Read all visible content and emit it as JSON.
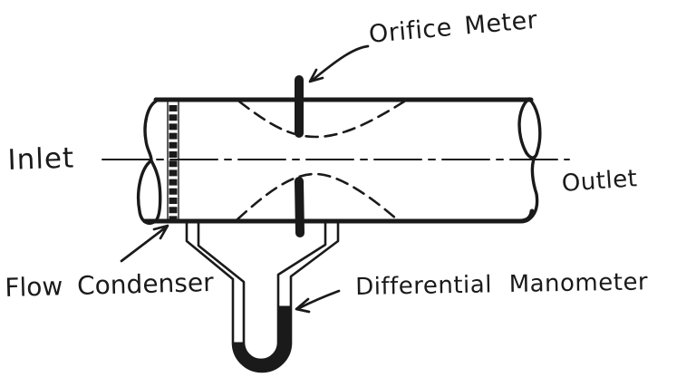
{
  "diagram": {
    "subject": "Orifice Meter schematic",
    "labels": {
      "inlet": "Inlet",
      "outlet": "Outlet",
      "orifice_meter": "Orifice Meter",
      "flow_condenser": "Flow Condenser",
      "differential_manometer": "Differential Manometer"
    },
    "colors": {
      "ink": "#1a1a1a",
      "background": "#ffffff",
      "mercury_fill": "#1a1a1a"
    }
  }
}
